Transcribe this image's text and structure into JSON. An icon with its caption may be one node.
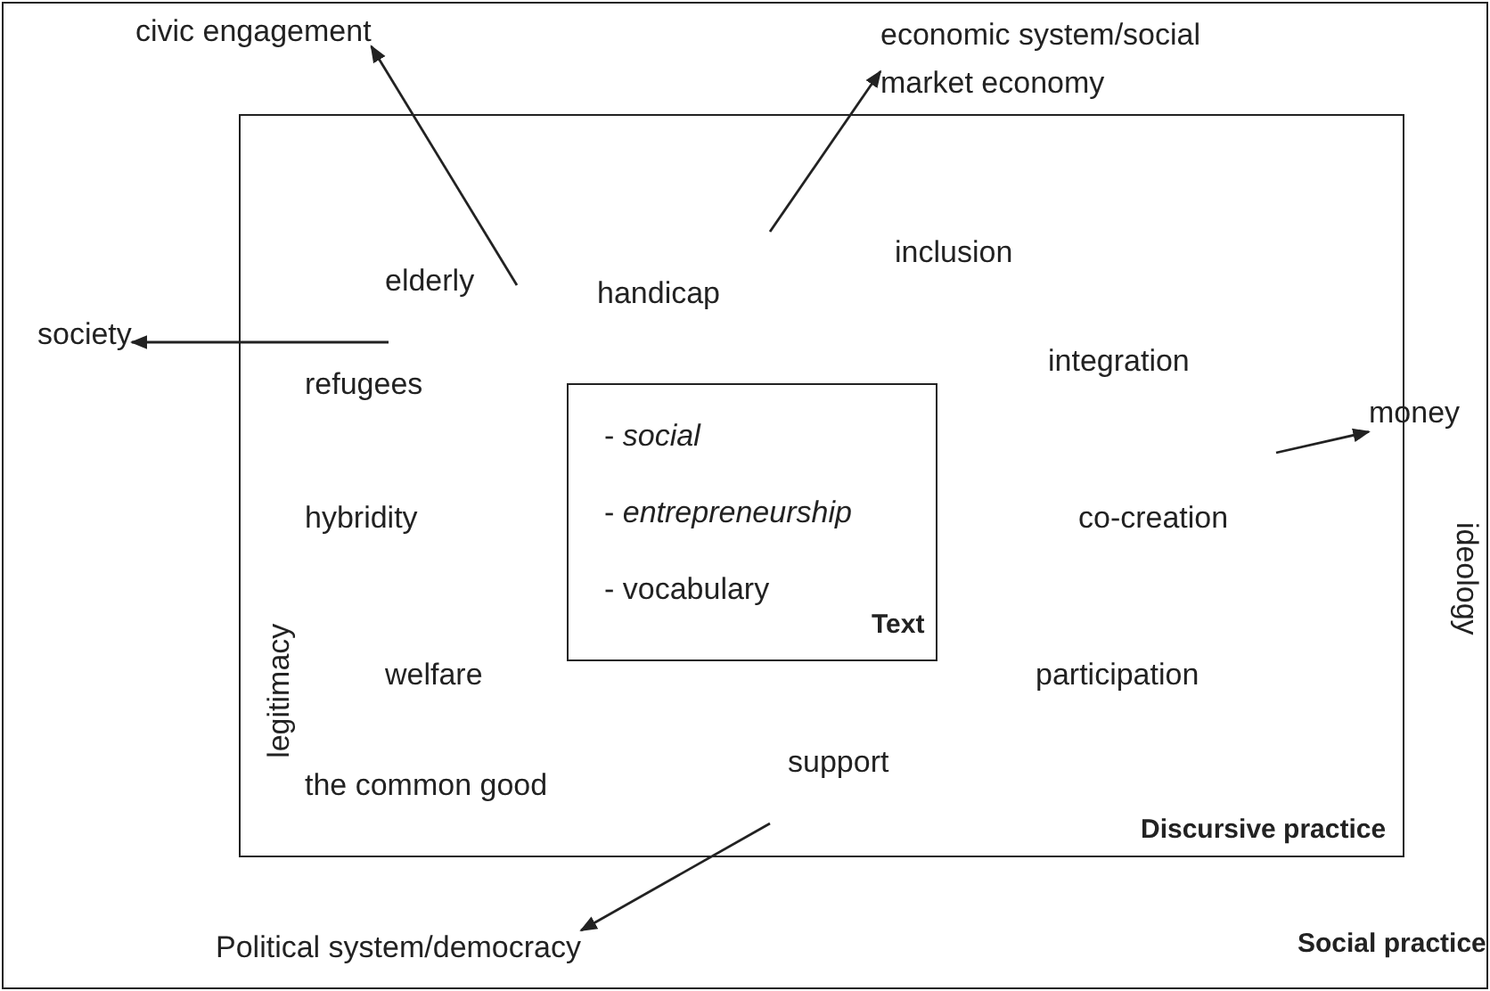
{
  "diagram": {
    "nodes": [
      {
        "text": [
          "Social practice"
        ]
      },
      {
        "text": [
          "Discursive practice"
        ],
        "in": 0
      },
      {
        "text": [
          "- *social*",
          "- *entrepreneurship*",
          "- vocabulary",
          "Text"
        ],
        "in": 1
      },
      {
        "text": [
          "civic engagement"
        ],
        "in": 0
      },
      {
        "text": [
          "economic system/social market economy"
        ],
        "in": 0
      },
      {
        "text": [
          "society"
        ],
        "in": 0
      },
      {
        "text": [
          "money"
        ],
        "in": 0
      },
      {
        "text": [
          "Political system/democracy"
        ],
        "in": 0
      }
    ],
    "edges": [
      {
        "from": null,
        "to": 3,
        "arrow": "to"
      },
      {
        "from": null,
        "to": 4,
        "arrow": "to"
      },
      {
        "from": null,
        "to": 5,
        "arrow": "to"
      },
      {
        "from": null,
        "to": 6,
        "arrow": "to"
      },
      {
        "from": null,
        "to": 7,
        "arrow": "to"
      }
    ],
    "labels": [
      "elderly",
      "handicap",
      "inclusion",
      "refugees",
      "integration",
      "hybridity",
      "co-creation",
      "legitimacy",
      "ideology",
      "welfare",
      "participation",
      "the common good",
      "support"
    ]
  }
}
